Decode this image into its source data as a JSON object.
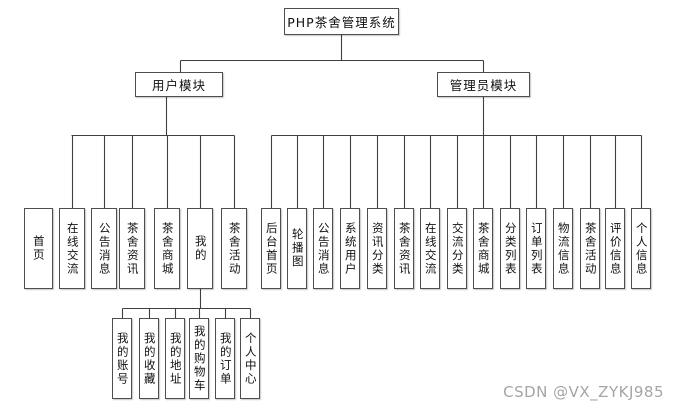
{
  "diagram": {
    "root": "PHP茶舍管理系统",
    "user_module": {
      "label": "用户模块",
      "children": [
        "首页",
        "在线交流",
        "公告消息",
        "茶舍资讯",
        "茶舍商城",
        "我的",
        "茶舍活动"
      ],
      "my_children": [
        "我的账号",
        "我的收藏",
        "我的地址",
        "我的购物车",
        "我的订单",
        "个人中心"
      ]
    },
    "admin_module": {
      "label": "管理员模块",
      "children": [
        "后台首页",
        "轮播图",
        "公告消息",
        "系统用户",
        "资讯分类",
        "茶舍资讯",
        "在线交流",
        "交流分类",
        "茶舍商城",
        "分类列表",
        "订单列表",
        "物流信息",
        "茶舍活动",
        "评价信息",
        "个人信息"
      ]
    },
    "line_color": "#3f3f3f"
  },
  "watermark": "CSDN @VX_ZYKJ985"
}
